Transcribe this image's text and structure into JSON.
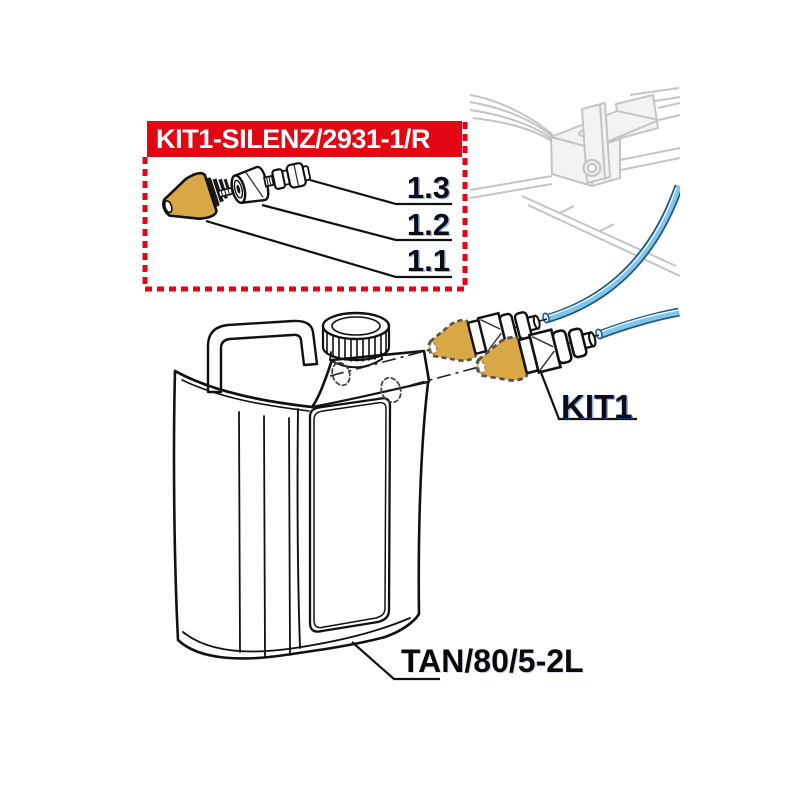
{
  "diagram": {
    "kit_box": {
      "title": "KIT1-SILENZ/2931-1/R",
      "callouts": [
        {
          "label": "1.3"
        },
        {
          "label": "1.2"
        },
        {
          "label": "1.1"
        }
      ]
    },
    "kit_label": "KIT1",
    "tank_label": "TAN/80/5-2L",
    "colors": {
      "banner_red": "#E30613",
      "silencer_tan": "#D9A845",
      "tube_light_blue": "#7FC6E9",
      "tube_dark_blue": "#1D5880",
      "machine_gray": "#C4C4C4",
      "label_ink": "#0C0C16"
    }
  }
}
